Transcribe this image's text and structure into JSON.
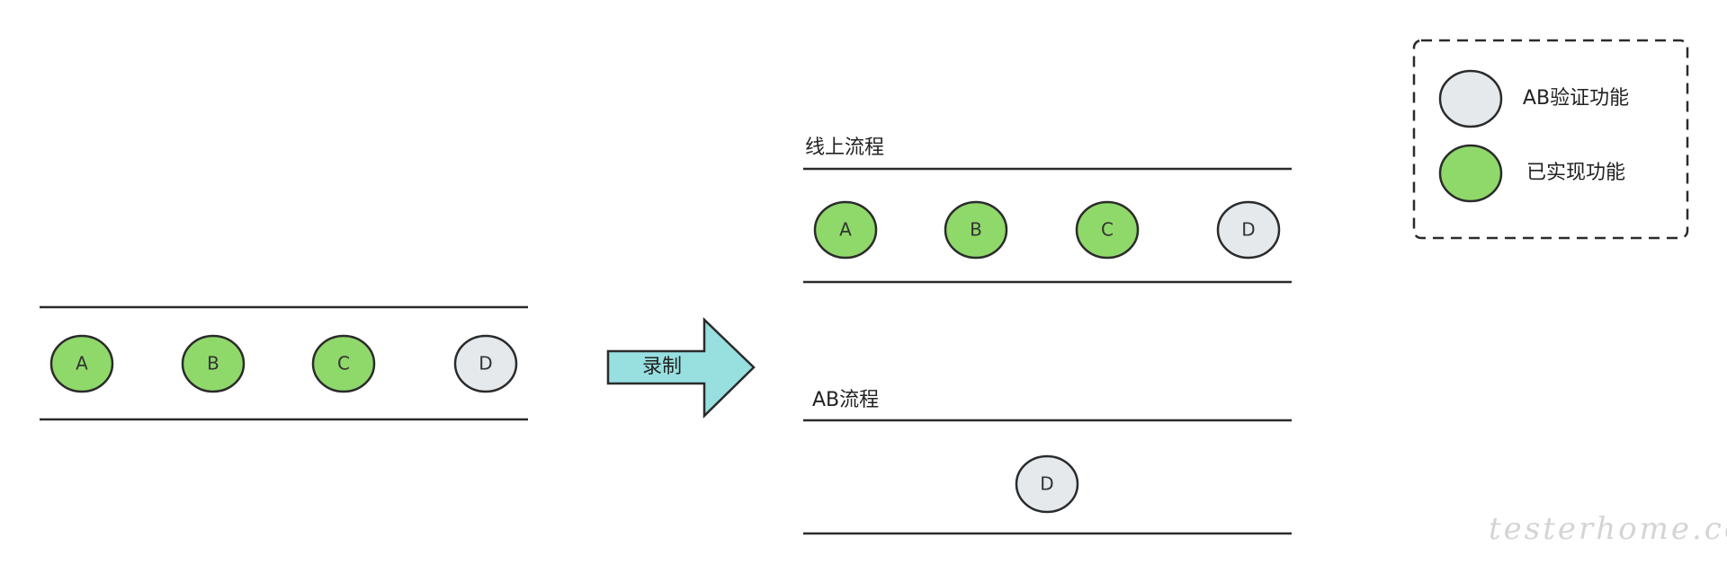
{
  "colors": {
    "implemented": "#8fd96a",
    "ab_test": "#e5e9ec",
    "arrow_fill": "#98dfe0",
    "stroke": "#2b2b2b"
  },
  "source_flow": {
    "nodes": [
      {
        "label": "A",
        "status": "implemented"
      },
      {
        "label": "B",
        "status": "implemented"
      },
      {
        "label": "C",
        "status": "implemented"
      },
      {
        "label": "D",
        "status": "ab_test"
      }
    ]
  },
  "arrow": {
    "label": "录制"
  },
  "online_flow": {
    "title": "线上流程",
    "nodes": [
      {
        "label": "A",
        "status": "implemented"
      },
      {
        "label": "B",
        "status": "implemented"
      },
      {
        "label": "C",
        "status": "implemented"
      },
      {
        "label": "D",
        "status": "ab_test"
      }
    ]
  },
  "ab_flow": {
    "title": "AB流程",
    "nodes": [
      {
        "label": "D",
        "status": "ab_test"
      }
    ]
  },
  "legend": {
    "items": [
      {
        "label": "AB验证功能",
        "status": "ab_test"
      },
      {
        "label": "已实现功能",
        "status": "implemented"
      }
    ]
  },
  "watermark": "testerhome.com"
}
